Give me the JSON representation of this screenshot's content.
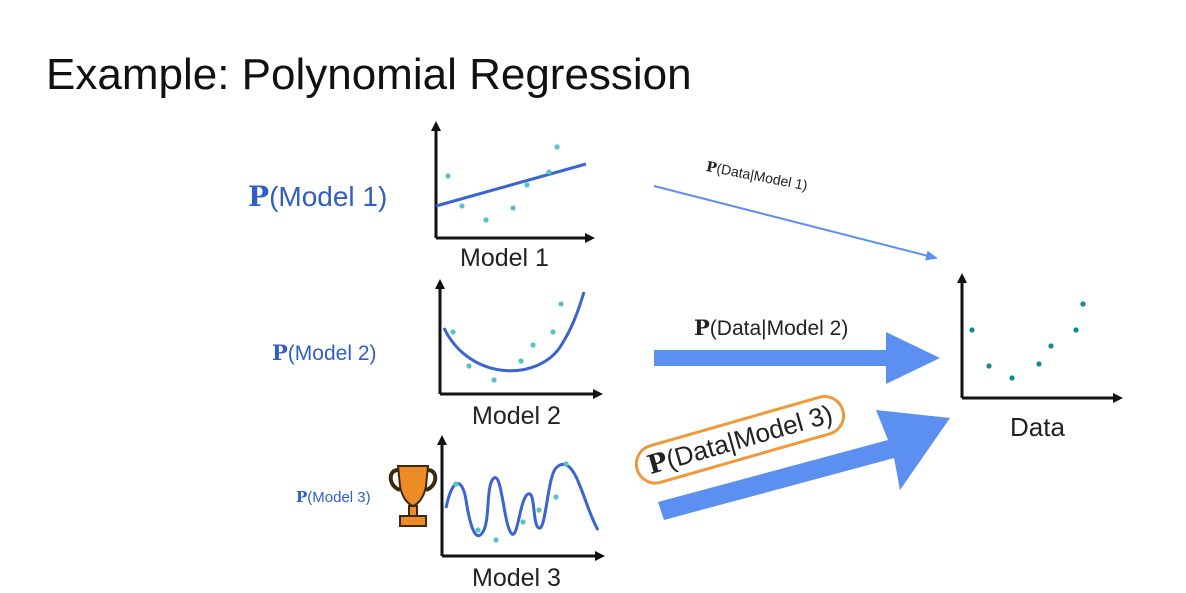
{
  "title": "Example: Polynomial Regression",
  "priors": {
    "p": "P",
    "model1": "(Model 1)",
    "model2": "(Model 2)",
    "model3": "(Model 3)"
  },
  "model_labels": {
    "model1": "Model 1",
    "model2": "Model 2",
    "model3": "Model 3",
    "data": "Data"
  },
  "likelihoods": {
    "p": "P",
    "model1": "(Data|Model 1)",
    "model2": "(Data|Model 2)",
    "model3": "(Data|Model 3)"
  },
  "colors": {
    "fit_line": "#3a64d0",
    "points": "#5cc0c8",
    "data_points": "#138a9a",
    "arrow": "#5b8ff0",
    "highlight_border": "#ef9a3a",
    "trophy": "#f08a24",
    "axes": "#111111"
  },
  "icons": {
    "trophy": "trophy-icon"
  }
}
